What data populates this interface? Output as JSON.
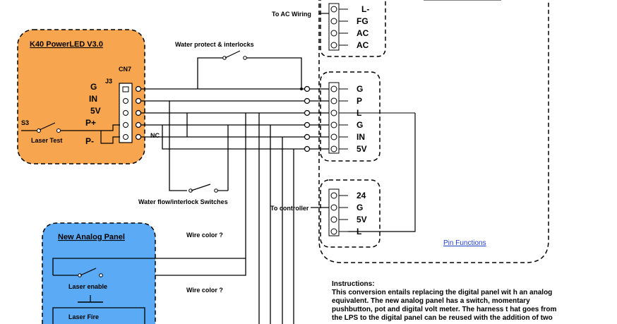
{
  "board": {
    "title": "K40 PowerLED V3.0",
    "cn7": "CN7",
    "j3": "J3",
    "pins": [
      "G",
      "IN",
      "5V",
      "P+",
      "P-"
    ],
    "nc": "NC",
    "switch": "S3",
    "switch_label": "Laser Test"
  },
  "analog_panel": {
    "title": "New Analog Panel",
    "enable": "Laser enable",
    "fire": "Laser Fire"
  },
  "labels": {
    "water_protect": "Water protect & interlocks",
    "water_flow": "Water flow/interlock Switches",
    "wire_color_1": "Wire color ?",
    "wire_color_2": "Wire color ?",
    "to_ac": "To AC Wiring",
    "to_controller": "To controller"
  },
  "lps": {
    "ac_block": [
      "L-",
      "FG",
      "AC",
      "AC"
    ],
    "ctrl_block": [
      "G",
      "P",
      "L",
      "G",
      "IN",
      "5V"
    ],
    "power_block": [
      "24",
      "G",
      "5V",
      "L"
    ],
    "pin_functions_link": "Pin Functions"
  },
  "instructions": {
    "heading": "Instructions:",
    "lines": [
      "This conversion entails replacing the digital panel wit h an analog",
      "equivalent. The new analog panel has a switch, momentary",
      "pushbutton, pot and digital volt meter. The harness t hat goes from",
      "the LPS to the digital panel can be reused with the addition of two"
    ]
  },
  "colors": {
    "board_fill": "#f7a54f",
    "panel_fill": "#5aaaf5",
    "line": "#000000"
  }
}
